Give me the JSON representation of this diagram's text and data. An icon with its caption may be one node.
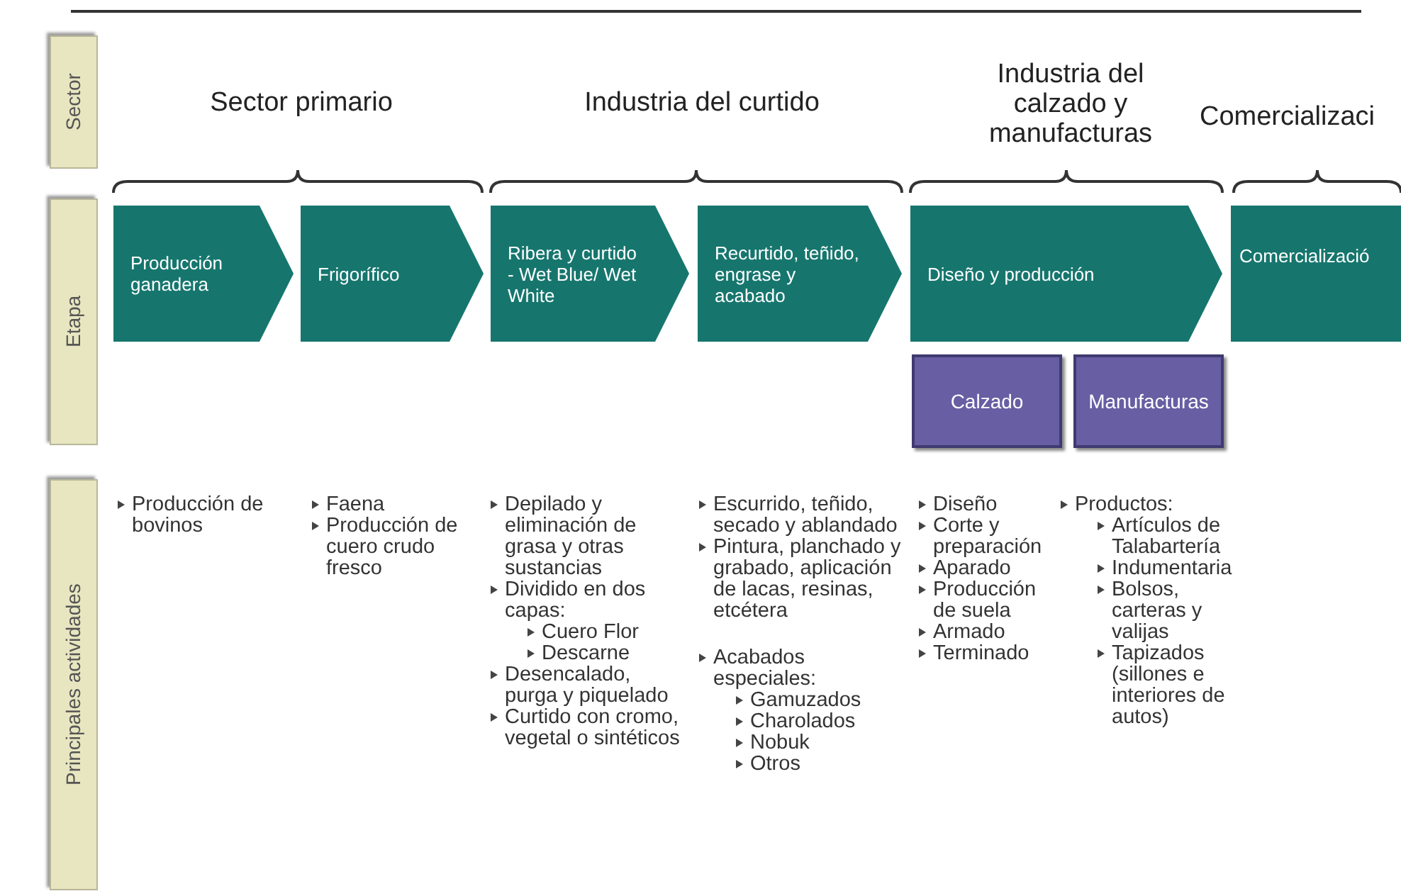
{
  "diagram": {
    "nodes": [
      {
        "text": [
          "Sector"
        ]
      },
      {
        "text": [
          "Etapa"
        ]
      },
      {
        "text": [
          "Principales actividades"
        ]
      },
      {
        "text": [
          "Producción ganadera"
        ]
      },
      {
        "text": [
          "Frigorífico"
        ]
      },
      {
        "text": [
          "Ribera y curtido - Wet Blue/ Wet White"
        ]
      },
      {
        "text": [
          "Recurtido, teñido, engrase y acabado"
        ]
      },
      {
        "text": [
          "Diseño y producción"
        ]
      },
      {
        "text": [
          "Comercializació"
        ]
      },
      {
        "text": [
          "Calzado"
        ]
      },
      {
        "text": [
          "Manufacturas"
        ]
      }
    ],
    "labels": [
      "Sector primario",
      "Industria del curtido",
      "Industria del calzado y manufacturas",
      "Comercializaci",
      "Producción de bovinos",
      "Faena",
      "Producción de cuero crudo fresco",
      "Depilado y eliminación de grasa y otras sustancias",
      "Dividido en dos capas:",
      "Cuero Flor",
      "Descarne",
      "Desencalado, purga y piquelado",
      "Curtido con cromo, vegetal o sintéticos",
      "Escurrido, teñido, secado y ablandado",
      "Pintura, planchado y grabado, aplicación de lacas, resinas, etcétera",
      "Acabados especiales:",
      "Gamuzados",
      "Charolados",
      "Nobuk",
      "Otros",
      "Diseño",
      "Corte y preparación",
      "Aparado",
      "Producción de suela",
      "Armado",
      "Terminado",
      "Productos:",
      "Artículos de Talabartería",
      "Indumentaria",
      "Bolsos, carteras y valijas",
      "Tapizados (sillones e interiores de autos)"
    ]
  }
}
